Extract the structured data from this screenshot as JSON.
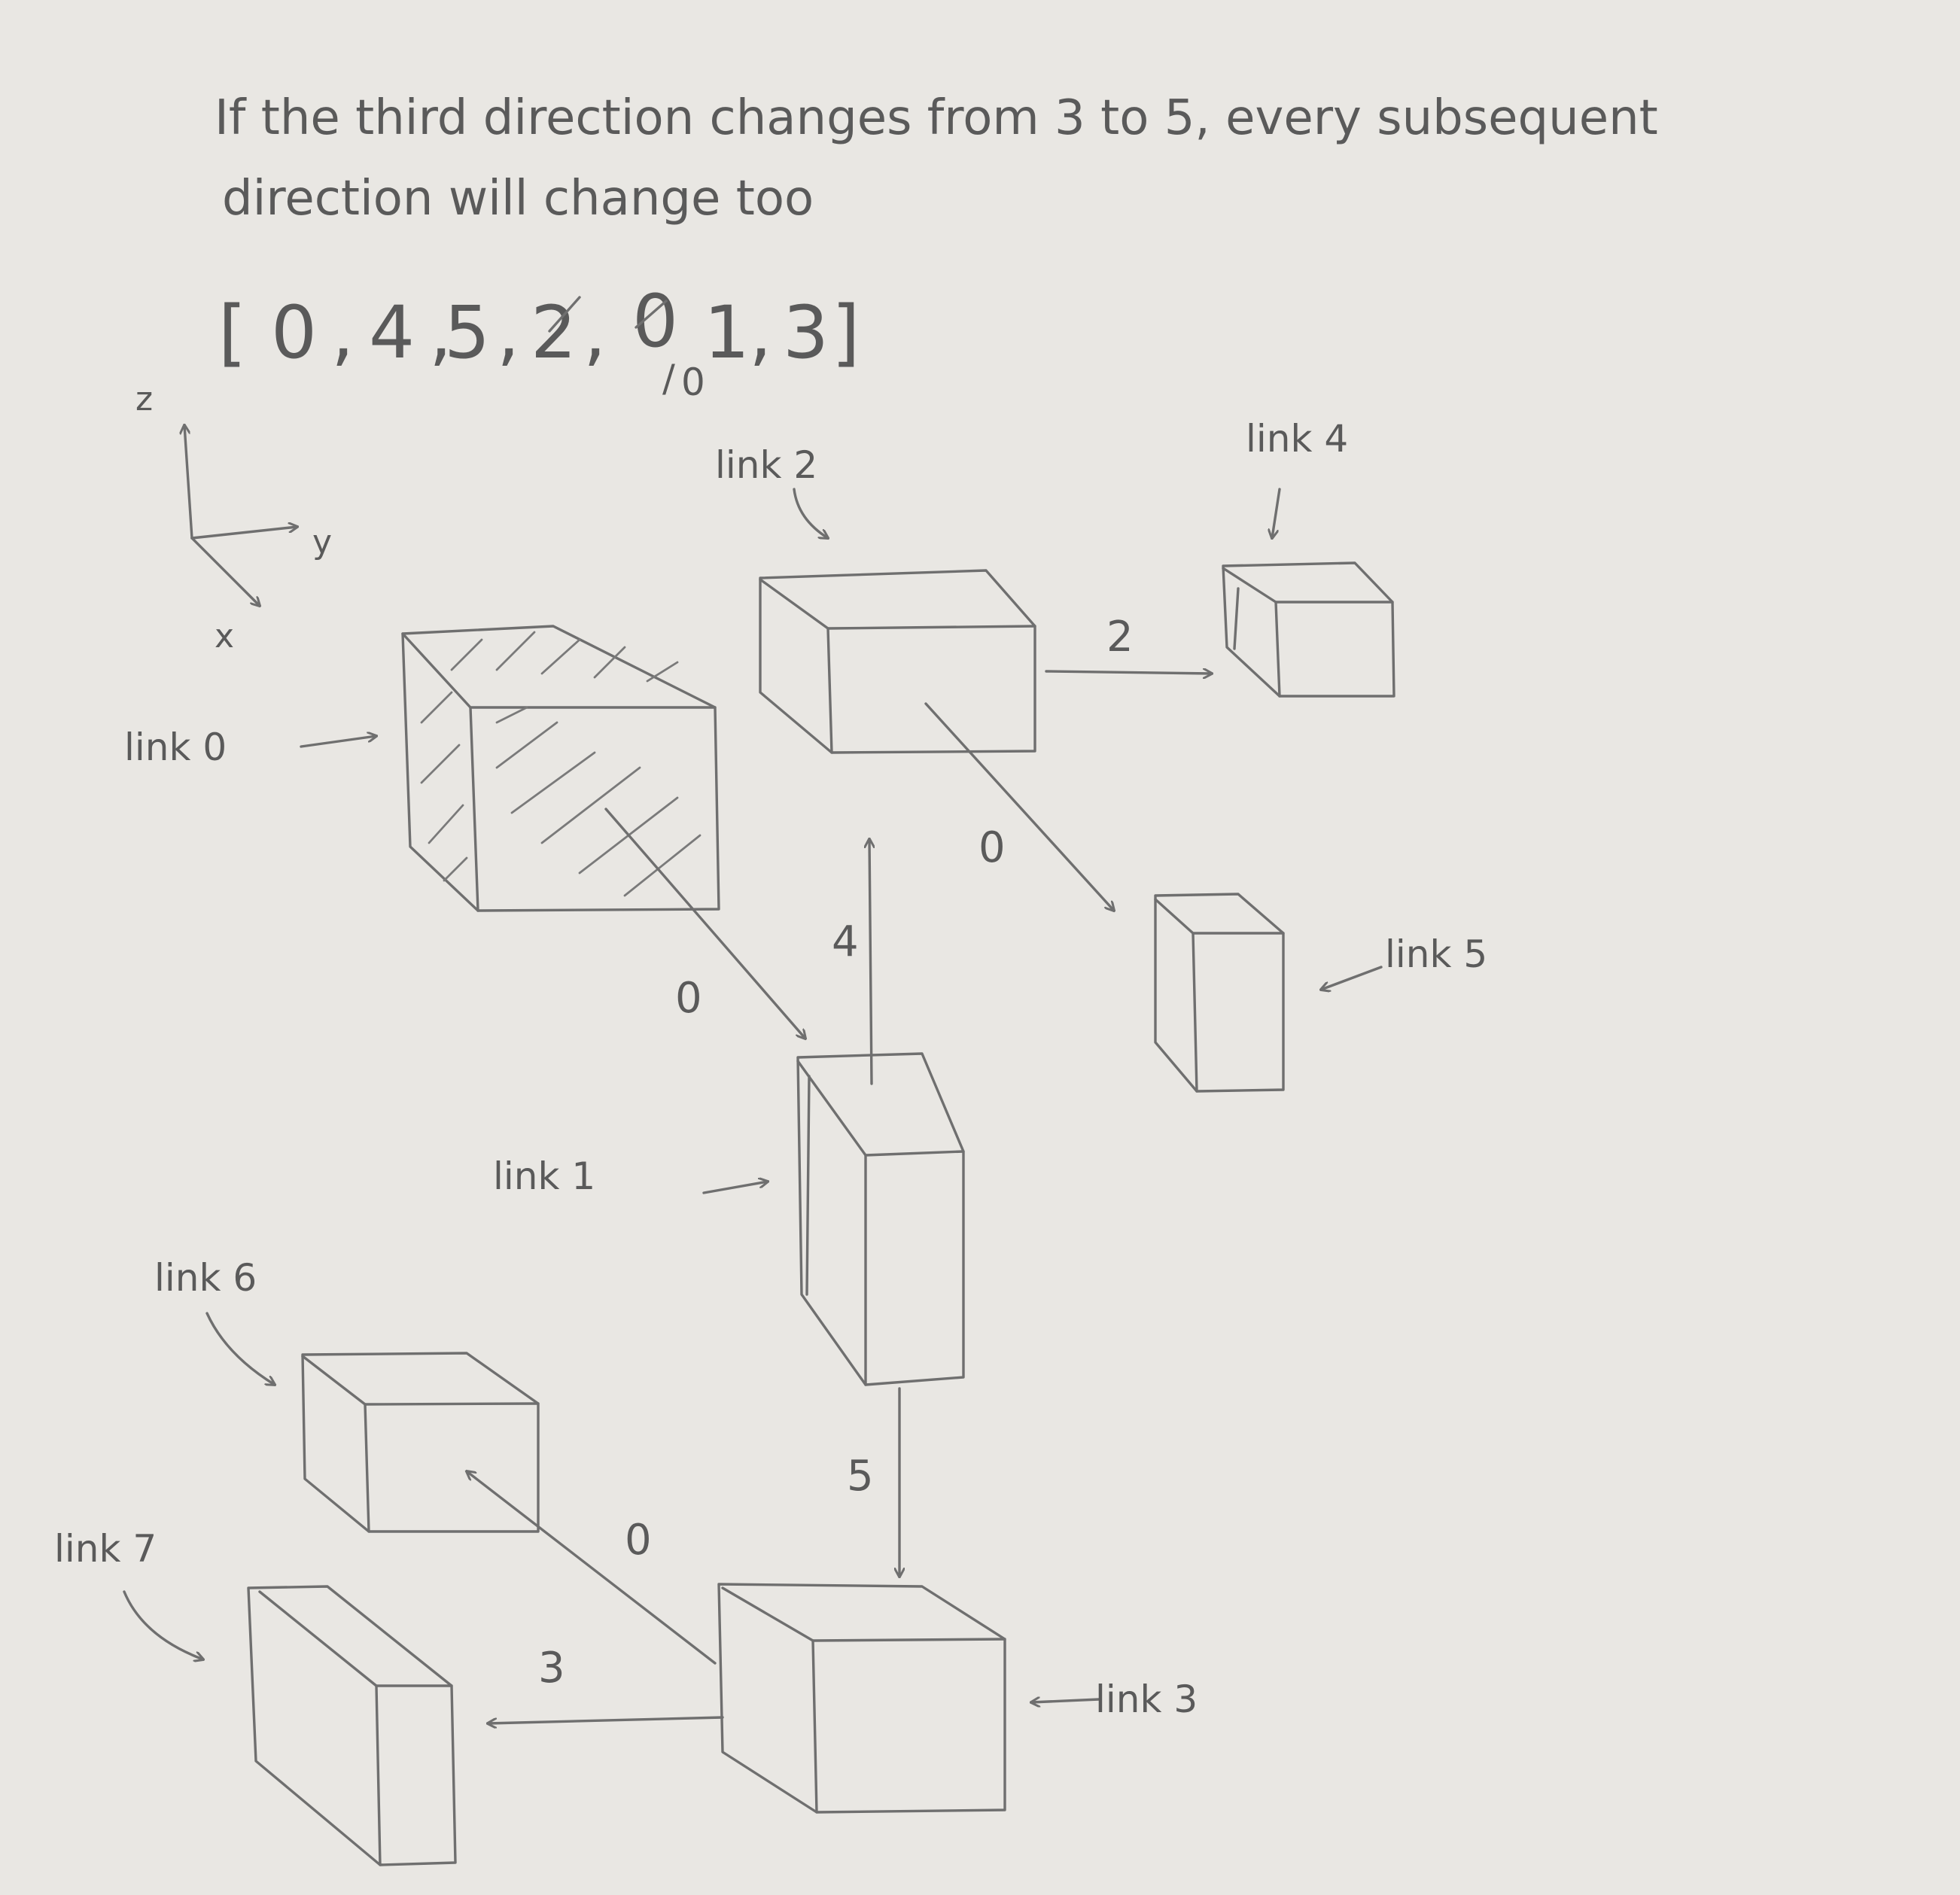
{
  "note": {
    "line1": "If the third direction changes from 3 to 5, every subsequent",
    "line2": "direction will change too"
  },
  "sequence": {
    "open": "[",
    "items": [
      "0",
      "4",
      "5",
      "2",
      "0",
      "1",
      "3"
    ],
    "close": "]",
    "struck_items": [
      "2",
      "0"
    ],
    "corrections": [
      "/",
      "0"
    ]
  },
  "axes": {
    "z": "z",
    "y": "y",
    "x": "x"
  },
  "links": [
    {
      "label": "link 0"
    },
    {
      "label": "link 1"
    },
    {
      "label": "link 2"
    },
    {
      "label": "link 3"
    },
    {
      "label": "link 4"
    },
    {
      "label": "link 5"
    },
    {
      "label": "link 6"
    },
    {
      "label": "link 7"
    }
  ],
  "arrows": [
    {
      "label": "0",
      "from": "link 0",
      "to": "link 1"
    },
    {
      "label": "4",
      "from": "link 1",
      "to": "link 2"
    },
    {
      "label": "2",
      "from": "link 2",
      "to": "link 4"
    },
    {
      "label": "0",
      "from": "link 2",
      "to": "link 5"
    },
    {
      "label": "5",
      "from": "link 1",
      "to": "link 3"
    },
    {
      "label": "0",
      "from": "link 3",
      "to": "link 6"
    },
    {
      "label": "3",
      "from": "link 3",
      "to": "link 7"
    }
  ],
  "colors": {
    "paper": "#e9e7e3",
    "pencil": "#6f6f6f"
  }
}
